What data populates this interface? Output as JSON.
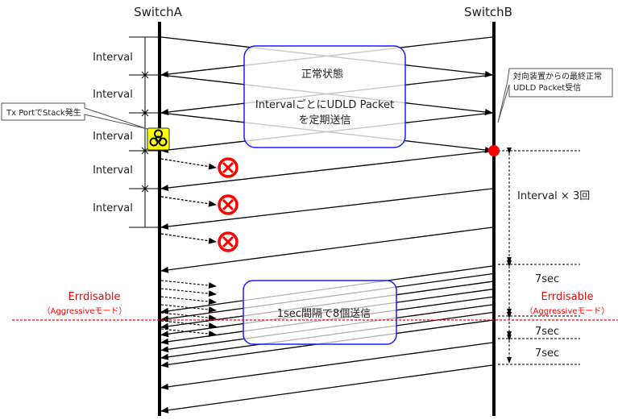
{
  "nodes": {
    "switch_a": "SwitchA",
    "switch_b": "SwitchB"
  },
  "interval_labels": [
    "Interval",
    "Interval",
    "Interval",
    "Interval",
    "Interval"
  ],
  "normal_box": {
    "title": "正常状態",
    "line1": "IntervalごとにUDLD Packet",
    "line2": "を定期送信"
  },
  "aggressive_box": {
    "text": "1sec間隔で8個送信"
  },
  "callout_left": "Tx PortでStack発生",
  "callout_right": {
    "line1": "対向装置からの最終正常",
    "line2": "UDLD Packet受信"
  },
  "interval_x3": "Interval × 3回",
  "sec_labels": [
    "7sec",
    "7sec",
    "7sec"
  ],
  "errdisable_left": {
    "title": "Errdisable",
    "mode": "（Aggressiveモード）"
  },
  "errdisable_right": {
    "title": "Errdisable",
    "mode": "（Aggressiveモード）"
  },
  "colors": {
    "box_border": "#1a1aff",
    "error": "#ff0000",
    "hazard": "#ffff00"
  },
  "icons": [
    "biohazard-icon",
    "blocked-x-icon",
    "received-dot-icon"
  ]
}
